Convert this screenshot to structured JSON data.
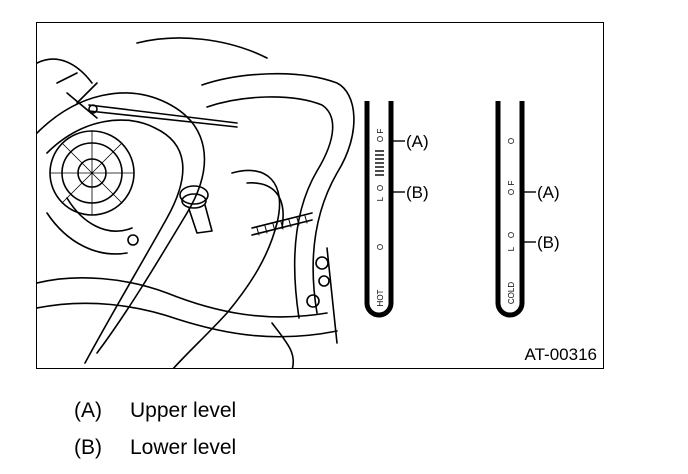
{
  "figure": {
    "code": "AT-00316",
    "hot_stick": {
      "bottom_label": "HOT",
      "markings": [
        "O",
        "L",
        "O",
        "F"
      ],
      "callout_upper": "(A)",
      "callout_lower": "(B)"
    },
    "cold_stick": {
      "bottom_label": "COLD",
      "markings": [
        "L",
        "O",
        "F",
        "O",
        "O"
      ],
      "callout_upper": "(A)",
      "callout_lower": "(B)"
    }
  },
  "legend": [
    {
      "key": "(A)",
      "text": "Upper level"
    },
    {
      "key": "(B)",
      "text": "Lower level"
    }
  ]
}
